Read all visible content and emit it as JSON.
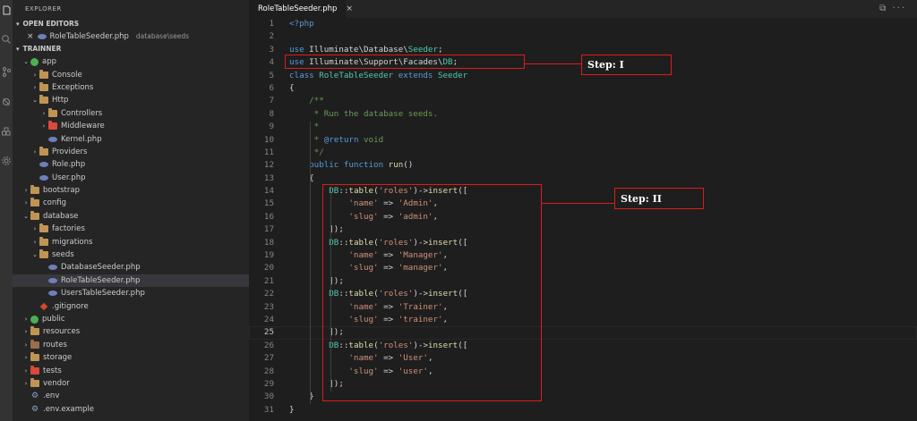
{
  "sidebar": {
    "title": "EXPLORER",
    "open_editors_header": "OPEN EDITORS",
    "open_editor": {
      "name": "RoleTableSeeder.php",
      "path": "database\\seeds"
    },
    "project_header": "TRAINNER",
    "tree": [
      {
        "label": "app",
        "indent": 0,
        "chevron": "open",
        "icon": "folder-green"
      },
      {
        "label": "Console",
        "indent": 1,
        "chevron": "closed",
        "icon": "folder"
      },
      {
        "label": "Exceptions",
        "indent": 1,
        "chevron": "closed",
        "icon": "folder"
      },
      {
        "label": "Http",
        "indent": 1,
        "chevron": "open",
        "icon": "folder"
      },
      {
        "label": "Controllers",
        "indent": 2,
        "chevron": "closed",
        "icon": "folder"
      },
      {
        "label": "Middleware",
        "indent": 2,
        "chevron": "closed",
        "icon": "folder-red"
      },
      {
        "label": "Kernel.php",
        "indent": 2,
        "chevron": "",
        "icon": "php"
      },
      {
        "label": "Providers",
        "indent": 1,
        "chevron": "closed",
        "icon": "folder"
      },
      {
        "label": "Role.php",
        "indent": 1,
        "chevron": "",
        "icon": "php"
      },
      {
        "label": "User.php",
        "indent": 1,
        "chevron": "",
        "icon": "php"
      },
      {
        "label": "bootstrap",
        "indent": 0,
        "chevron": "closed",
        "icon": "folder"
      },
      {
        "label": "config",
        "indent": 0,
        "chevron": "closed",
        "icon": "folder"
      },
      {
        "label": "database",
        "indent": 0,
        "chevron": "open",
        "icon": "folder"
      },
      {
        "label": "factories",
        "indent": 1,
        "chevron": "closed",
        "icon": "folder"
      },
      {
        "label": "migrations",
        "indent": 1,
        "chevron": "closed",
        "icon": "folder"
      },
      {
        "label": "seeds",
        "indent": 1,
        "chevron": "open",
        "icon": "folder"
      },
      {
        "label": "DatabaseSeeder.php",
        "indent": 2,
        "chevron": "",
        "icon": "php"
      },
      {
        "label": "RoleTableSeeder.php",
        "indent": 2,
        "chevron": "",
        "icon": "php",
        "selected": true
      },
      {
        "label": "UsersTableSeeder.php",
        "indent": 2,
        "chevron": "",
        "icon": "php"
      },
      {
        "label": ".gitignore",
        "indent": 1,
        "chevron": "",
        "icon": "git"
      },
      {
        "label": "public",
        "indent": 0,
        "chevron": "closed",
        "icon": "folder-green"
      },
      {
        "label": "resources",
        "indent": 0,
        "chevron": "closed",
        "icon": "folder"
      },
      {
        "label": "routes",
        "indent": 0,
        "chevron": "closed",
        "icon": "folder-brown"
      },
      {
        "label": "storage",
        "indent": 0,
        "chevron": "closed",
        "icon": "folder"
      },
      {
        "label": "tests",
        "indent": 0,
        "chevron": "closed",
        "icon": "folder-red"
      },
      {
        "label": "vendor",
        "indent": 0,
        "chevron": "closed",
        "icon": "folder"
      },
      {
        "label": ".env",
        "indent": 0,
        "chevron": "",
        "icon": "gear"
      },
      {
        "label": ".env.example",
        "indent": 0,
        "chevron": "",
        "icon": "gear"
      }
    ]
  },
  "tab": {
    "name": "RoleTableSeeder.php",
    "close": "×"
  },
  "tab_actions": "⧉ ···",
  "code": [
    {
      "n": "1",
      "tokens": [
        [
          "tag",
          "<?php"
        ]
      ]
    },
    {
      "n": "2",
      "tokens": []
    },
    {
      "n": "3",
      "tokens": [
        [
          "kw",
          "use "
        ],
        [
          "ns",
          "Illuminate\\Database\\"
        ],
        [
          "cls",
          "Seeder"
        ],
        [
          "ns",
          ";"
        ]
      ]
    },
    {
      "n": "4",
      "tokens": [
        [
          "kw",
          "use "
        ],
        [
          "ns",
          "Illuminate\\Support\\Facades\\"
        ],
        [
          "cls",
          "DB"
        ],
        [
          "ns",
          ";"
        ]
      ]
    },
    {
      "n": "5",
      "tokens": [
        [
          "kw",
          "class "
        ],
        [
          "cls",
          "RoleTableSeeder "
        ],
        [
          "kw",
          "extends "
        ],
        [
          "cls",
          "Seeder"
        ]
      ]
    },
    {
      "n": "6",
      "tokens": [
        [
          "ns",
          "{"
        ]
      ]
    },
    {
      "n": "7",
      "tokens": [
        [
          "ns",
          "    "
        ],
        [
          "cmt",
          "/**"
        ]
      ]
    },
    {
      "n": "8",
      "tokens": [
        [
          "ns",
          "    "
        ],
        [
          "cmt",
          " * Run the database seeds."
        ]
      ]
    },
    {
      "n": "9",
      "tokens": [
        [
          "ns",
          "    "
        ],
        [
          "cmt",
          " *"
        ]
      ]
    },
    {
      "n": "10",
      "tokens": [
        [
          "ns",
          "    "
        ],
        [
          "cmt",
          " * "
        ],
        [
          "kw",
          "@return "
        ],
        [
          "cmt",
          "void"
        ]
      ]
    },
    {
      "n": "11",
      "tokens": [
        [
          "ns",
          "    "
        ],
        [
          "cmt",
          " */"
        ]
      ]
    },
    {
      "n": "12",
      "tokens": [
        [
          "ns",
          "    "
        ],
        [
          "kw",
          "public function "
        ],
        [
          "fn",
          "run"
        ],
        [
          "ns",
          "()"
        ]
      ]
    },
    {
      "n": "13",
      "tokens": [
        [
          "ns",
          "    {"
        ]
      ]
    },
    {
      "n": "14",
      "tokens": [
        [
          "ns",
          "        "
        ],
        [
          "cls",
          "DB"
        ],
        [
          "ns",
          "::"
        ],
        [
          "fn",
          "table"
        ],
        [
          "ns",
          "("
        ],
        [
          "str",
          "'roles'"
        ],
        [
          "ns",
          ")->"
        ],
        [
          "fn",
          "insert"
        ],
        [
          "ns",
          "(["
        ]
      ]
    },
    {
      "n": "15",
      "tokens": [
        [
          "ns",
          "            "
        ],
        [
          "str",
          "'name'"
        ],
        [
          "ns",
          " => "
        ],
        [
          "str",
          "'Admin'"
        ],
        [
          "ns",
          ","
        ]
      ]
    },
    {
      "n": "16",
      "tokens": [
        [
          "ns",
          "            "
        ],
        [
          "str",
          "'slug'"
        ],
        [
          "ns",
          " => "
        ],
        [
          "str",
          "'admin'"
        ],
        [
          "ns",
          ","
        ]
      ]
    },
    {
      "n": "17",
      "tokens": [
        [
          "ns",
          "        ]);"
        ]
      ]
    },
    {
      "n": "18",
      "tokens": [
        [
          "ns",
          "        "
        ],
        [
          "cls",
          "DB"
        ],
        [
          "ns",
          "::"
        ],
        [
          "fn",
          "table"
        ],
        [
          "ns",
          "("
        ],
        [
          "str",
          "'roles'"
        ],
        [
          "ns",
          ")->"
        ],
        [
          "fn",
          "insert"
        ],
        [
          "ns",
          "(["
        ]
      ]
    },
    {
      "n": "19",
      "tokens": [
        [
          "ns",
          "            "
        ],
        [
          "str",
          "'name'"
        ],
        [
          "ns",
          " => "
        ],
        [
          "str",
          "'Manager'"
        ],
        [
          "ns",
          ","
        ]
      ]
    },
    {
      "n": "20",
      "tokens": [
        [
          "ns",
          "            "
        ],
        [
          "str",
          "'slug'"
        ],
        [
          "ns",
          " => "
        ],
        [
          "str",
          "'manager'"
        ],
        [
          "ns",
          ","
        ]
      ]
    },
    {
      "n": "21",
      "tokens": [
        [
          "ns",
          "        ]);"
        ]
      ]
    },
    {
      "n": "22",
      "tokens": [
        [
          "ns",
          "        "
        ],
        [
          "cls",
          "DB"
        ],
        [
          "ns",
          "::"
        ],
        [
          "fn",
          "table"
        ],
        [
          "ns",
          "("
        ],
        [
          "str",
          "'roles'"
        ],
        [
          "ns",
          ")->"
        ],
        [
          "fn",
          "insert"
        ],
        [
          "ns",
          "(["
        ]
      ]
    },
    {
      "n": "23",
      "tokens": [
        [
          "ns",
          "            "
        ],
        [
          "str",
          "'name'"
        ],
        [
          "ns",
          " => "
        ],
        [
          "str",
          "'Trainer'"
        ],
        [
          "ns",
          ","
        ]
      ]
    },
    {
      "n": "24",
      "tokens": [
        [
          "ns",
          "            "
        ],
        [
          "str",
          "'slug'"
        ],
        [
          "ns",
          " => "
        ],
        [
          "str",
          "'trainer'"
        ],
        [
          "ns",
          ","
        ]
      ]
    },
    {
      "n": "25",
      "tokens": [
        [
          "ns",
          "        ]);"
        ]
      ],
      "current": true
    },
    {
      "n": "26",
      "tokens": [
        [
          "ns",
          "        "
        ],
        [
          "cls",
          "DB"
        ],
        [
          "ns",
          "::"
        ],
        [
          "fn",
          "table"
        ],
        [
          "ns",
          "("
        ],
        [
          "str",
          "'roles'"
        ],
        [
          "ns",
          ")->"
        ],
        [
          "fn",
          "insert"
        ],
        [
          "ns",
          "(["
        ]
      ]
    },
    {
      "n": "27",
      "tokens": [
        [
          "ns",
          "            "
        ],
        [
          "str",
          "'name'"
        ],
        [
          "ns",
          " => "
        ],
        [
          "str",
          "'User'"
        ],
        [
          "ns",
          ","
        ]
      ]
    },
    {
      "n": "28",
      "tokens": [
        [
          "ns",
          "            "
        ],
        [
          "str",
          "'slug'"
        ],
        [
          "ns",
          " => "
        ],
        [
          "str",
          "'user'"
        ],
        [
          "ns",
          ","
        ]
      ]
    },
    {
      "n": "29",
      "tokens": [
        [
          "ns",
          "        ]);"
        ]
      ]
    },
    {
      "n": "30",
      "tokens": [
        [
          "ns",
          "    }"
        ]
      ]
    },
    {
      "n": "31",
      "tokens": [
        [
          "ns",
          "}"
        ]
      ]
    }
  ],
  "annotations": {
    "step1": "Step: I",
    "step2": "Step: II"
  },
  "colors": {
    "annotation": "#e01a1a",
    "background": "#1e1e1e",
    "sidebar": "#252526"
  }
}
